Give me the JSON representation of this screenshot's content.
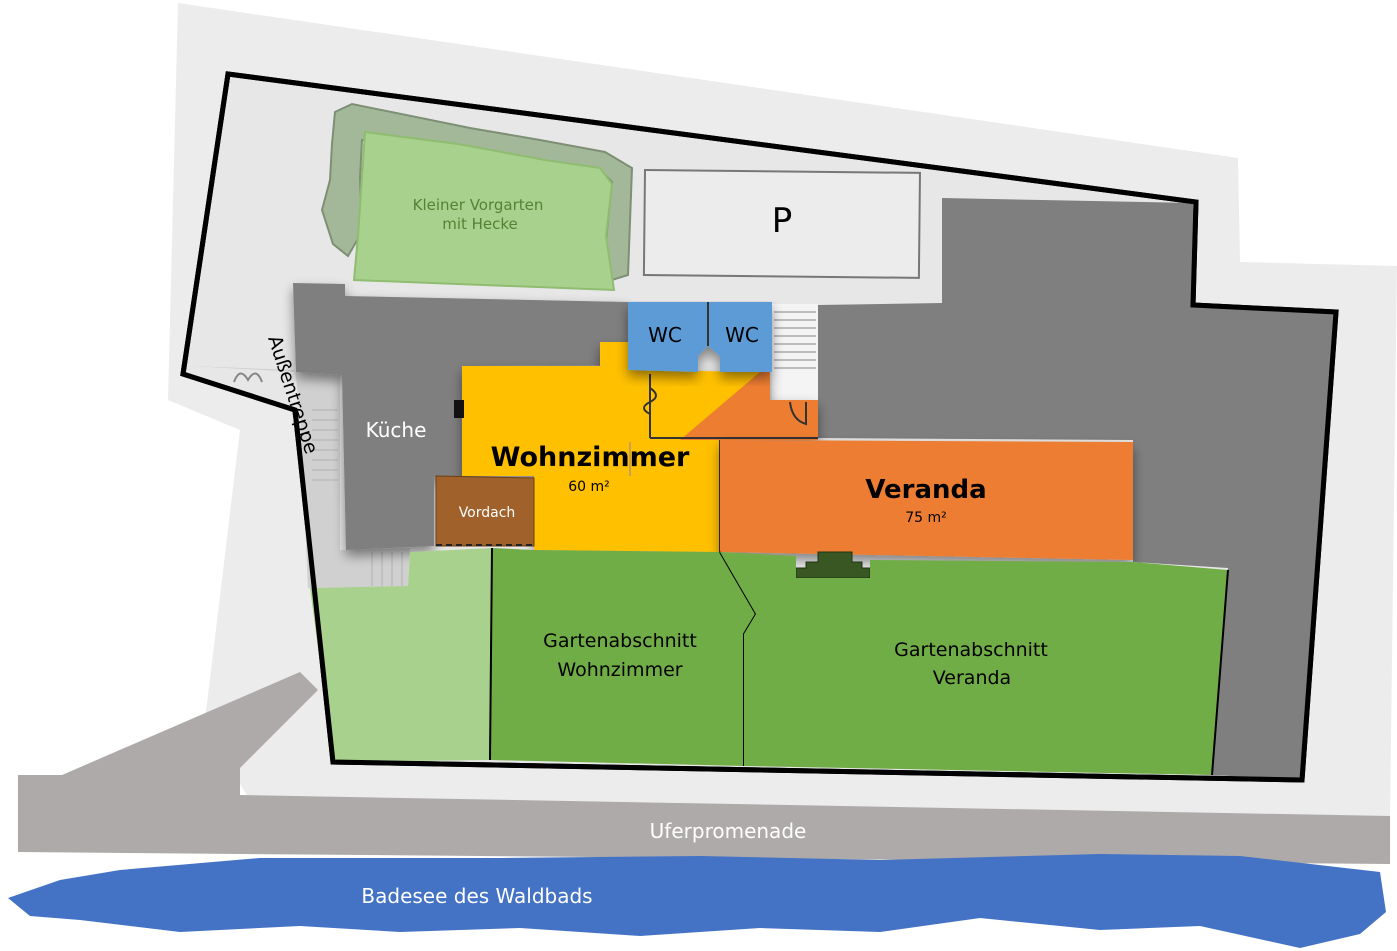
{
  "labels": {
    "vorgarten_line1": "Kleiner Vorgarten",
    "vorgarten_line2": "mit Hecke",
    "parking": "P",
    "wc1": "WC",
    "wc2": "WC",
    "aussentreppe": "Außentreppe",
    "kueche": "Küche",
    "wohnzimmer": "Wohnzimmer",
    "wohnzimmer_area": "60 m²",
    "vordach": "Vordach",
    "veranda": "Veranda",
    "veranda_area": "75 m²",
    "garten_wz_line1": "Gartenabschnitt",
    "garten_wz_line2": "Wohnzimmer",
    "garten_v_line1": "Gartenabschnitt",
    "garten_v_line2": "Veranda",
    "uferpromenade": "Uferpromenade",
    "badesee": "Badesee des Waldbads"
  },
  "colors": {
    "site": "#ececec",
    "building_grey": "#7f7f7f",
    "wall_dark": "#6e6e6e",
    "garden_light": "#a9d18e",
    "garden_green": "#70ad47",
    "hedge": "#a3b899",
    "wc_blue": "#5b9bd5",
    "wohnzimmer_yellow": "#ffc000",
    "veranda_orange": "#ed7d31",
    "vordach_brown": "#a0622a",
    "promenade_grey": "#aeaaaa",
    "lake_blue": "#4472c4",
    "outline": "#000000"
  }
}
